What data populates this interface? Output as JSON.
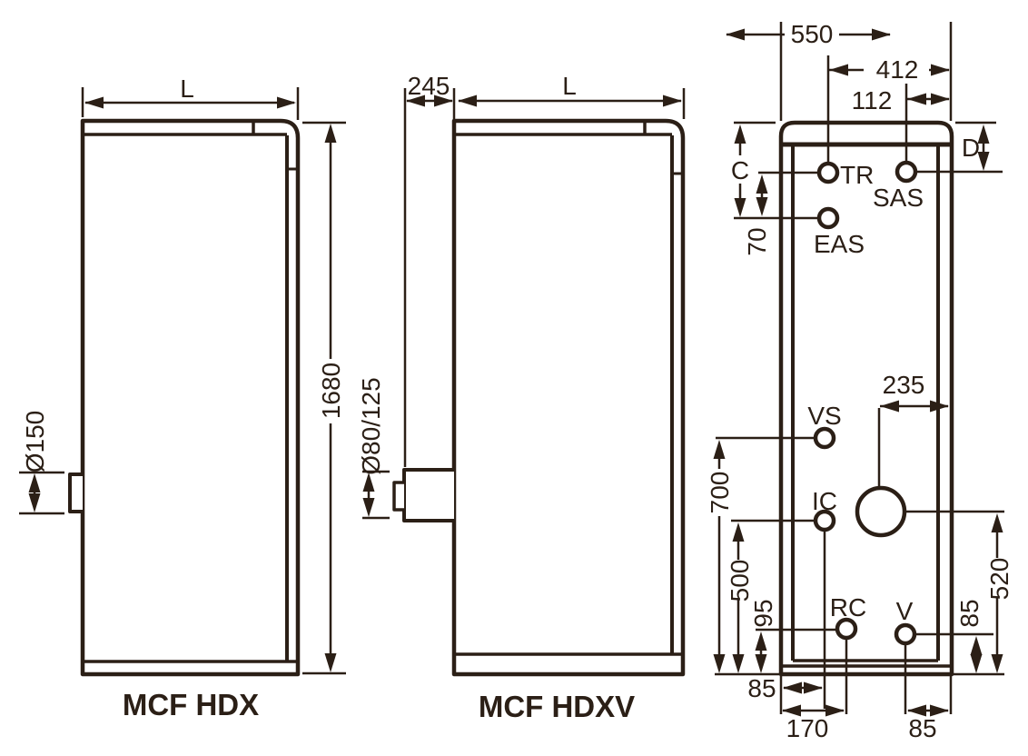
{
  "figure": {
    "type": "technical-dimension-drawing",
    "line_color": "#2B1F16",
    "views": {
      "hdx": {
        "title": "MCF HDX",
        "width_dim": "L",
        "height_dim": "1680",
        "flue_dim": "Ø150"
      },
      "hdxv": {
        "title": "MCF HDXV",
        "rear_offset_dim": "245",
        "width_dim": "L",
        "flue_dim": "Ø80/125"
      },
      "rear": {
        "width_dim": "550",
        "dim_412": "412",
        "dim_112": "112",
        "dim_C": "C",
        "dim_D": "D",
        "dim_70": "70",
        "dim_235": "235",
        "dim_700": "700",
        "dim_500": "500",
        "dim_95": "95",
        "dim_520": "520",
        "dim_85_side": "85",
        "dim_85_bottom_left": "85",
        "dim_170": "170",
        "dim_85_bottom_right": "85",
        "ports": {
          "TR": "TR",
          "SAS": "SAS",
          "EAS": "EAS",
          "VS": "VS",
          "IC": "IC",
          "RC": "RC",
          "V": "V"
        }
      }
    }
  }
}
